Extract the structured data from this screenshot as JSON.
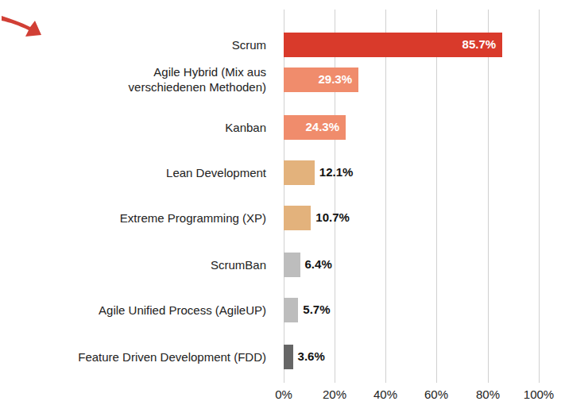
{
  "diagram": {
    "nodes": [
      {
        "text": [
          "85.7%"
        ]
      },
      {
        "text": [
          "29.3%"
        ]
      },
      {
        "text": [
          "24.3%"
        ]
      },
      {
        "text": [
          "12.1%"
        ]
      },
      {
        "text": [
          "10.7%"
        ]
      },
      {
        "text": [
          "6.4%"
        ]
      },
      {
        "text": [
          "5.7%"
        ]
      },
      {
        "text": [
          "3.6%"
        ]
      }
    ],
    "labels": [
      "Scrum",
      "Agile Hybrid (Mix aus verschiedenen Methoden)",
      "Kanban",
      "Lean Development",
      "Extreme Programming (XP)",
      "ScrumBan",
      "Agile Unified Process (AgileUP)",
      "Feature Driven Development (FDD)",
      "0%",
      "20%",
      "40%",
      "60%",
      "80%",
      "100%"
    ]
  }
}
